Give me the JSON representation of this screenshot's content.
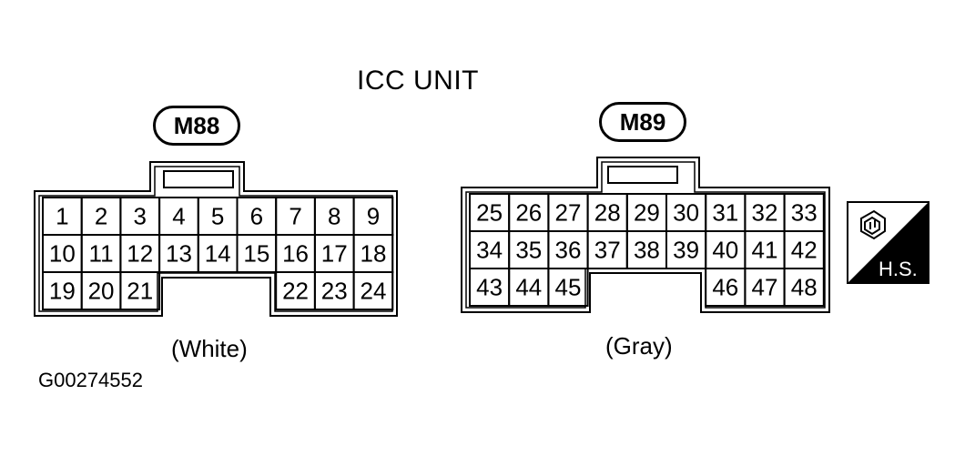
{
  "title": "ICC UNIT",
  "drawing_code": "G00274552",
  "connectors": [
    {
      "id": "M88",
      "color_label": "(White)",
      "pins": [
        "1",
        "2",
        "3",
        "4",
        "5",
        "6",
        "7",
        "8",
        "9",
        "10",
        "11",
        "12",
        "13",
        "14",
        "15",
        "16",
        "17",
        "18",
        "19",
        "20",
        "21",
        "22",
        "23",
        "24"
      ]
    },
    {
      "id": "M89",
      "color_label": "(Gray)",
      "pins": [
        "25",
        "26",
        "27",
        "28",
        "29",
        "30",
        "31",
        "32",
        "33",
        "34",
        "35",
        "36",
        "37",
        "38",
        "39",
        "40",
        "41",
        "42",
        "43",
        "44",
        "45",
        "46",
        "47",
        "48"
      ]
    }
  ],
  "hs_badge": {
    "label": "H.S.",
    "icon": "connector-harness-side-icon"
  }
}
